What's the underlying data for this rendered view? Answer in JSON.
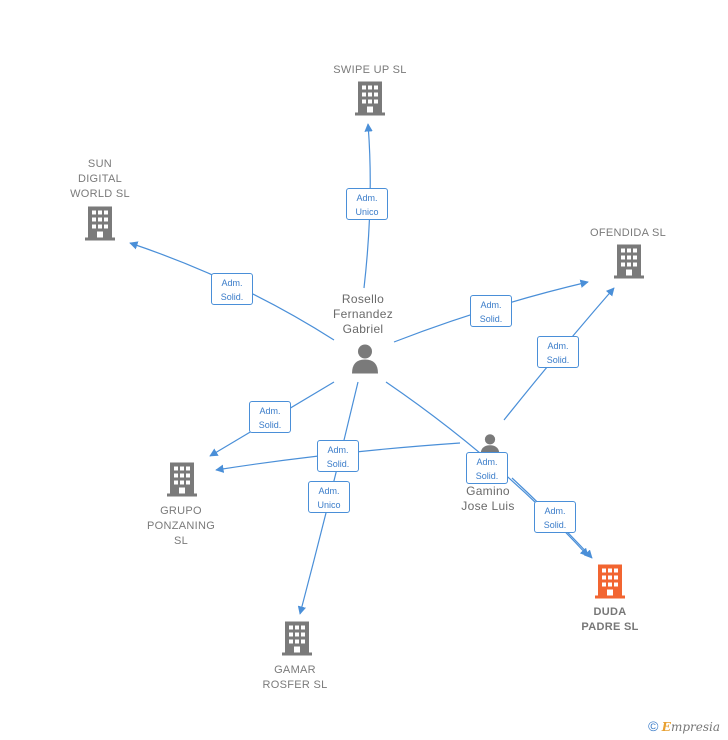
{
  "colors": {
    "edge": "#4a8fd8",
    "company": "#7a7a7a",
    "target_company": "#f26531",
    "person": "#7a7a7a"
  },
  "nodes": {
    "swipe_up": {
      "label": "SWIPE UP  SL"
    },
    "sun_digital": {
      "label": "SUN\nDIGITAL\nWORLD  SL"
    },
    "ofendida": {
      "label": "OFENDIDA  SL"
    },
    "grupo_ponzaning": {
      "label": "GRUPO\nPONZANING\nSL"
    },
    "gamar_rosfer": {
      "label": "GAMAR\nROSFER  SL"
    },
    "duda_padre": {
      "label": "DUDA\nPADRE  SL"
    },
    "rosello": {
      "label": "Rosello\nFernandez\nGabriel"
    },
    "gamino": {
      "label": "Gamino\nJose Luis"
    }
  },
  "relations": {
    "r_swipe": "Adm.\nUnico",
    "r_sun": "Adm.\nSolid.",
    "r_ofendida_rosello": "Adm.\nSolid.",
    "r_ofendida_gamino": "Adm.\nSolid.",
    "r_grupo_rosello": "Adm.\nSolid.",
    "r_grupo_gamino": "Adm.\nSolid.",
    "r_gamar": "Adm.\nUnico",
    "r_duda_rosello": "Adm.\nSolid.",
    "r_duda_gamino": "Adm.\nSolid."
  },
  "watermark": {
    "copyright": "©",
    "brand_initial": "E",
    "brand_rest": "mpresia"
  }
}
